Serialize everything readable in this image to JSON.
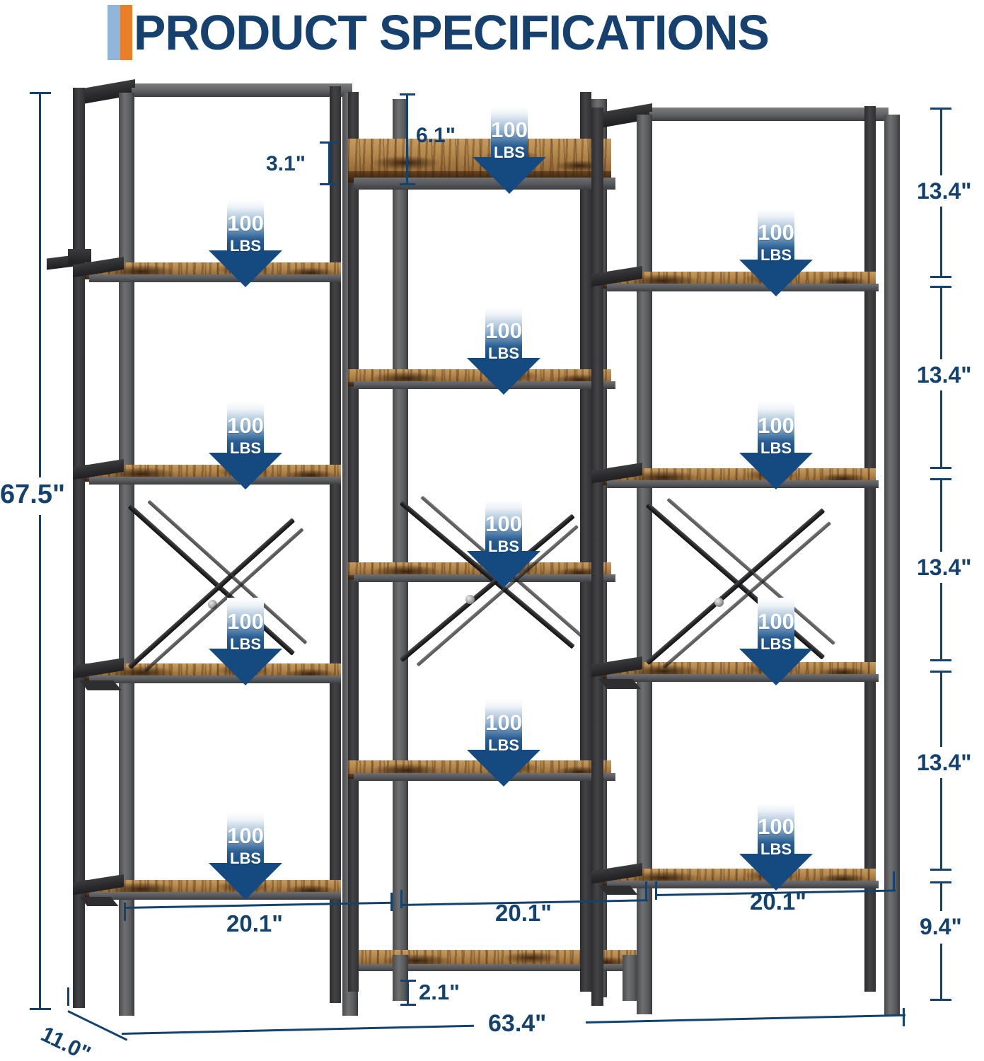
{
  "header": {
    "title": "PRODUCT SPECIFICATIONS",
    "accent_orange": "#E8802A",
    "accent_blue": "#8FB5DB",
    "title_color": "#16406E"
  },
  "product": {
    "type": "5-tier triple wide industrial bookshelf",
    "frame_color": "#4E5052",
    "shelf_color": "#B5884C",
    "badge_color": "#154A80"
  },
  "load_badges": [
    {
      "value": "100",
      "unit": "LBS"
    },
    {
      "value": "100",
      "unit": "LBS"
    },
    {
      "value": "100",
      "unit": "LBS"
    },
    {
      "value": "100",
      "unit": "LBS"
    },
    {
      "value": "100",
      "unit": "LBS"
    },
    {
      "value": "100",
      "unit": "LBS"
    },
    {
      "value": "100",
      "unit": "LBS"
    },
    {
      "value": "100",
      "unit": "LBS"
    },
    {
      "value": "100",
      "unit": "LBS"
    },
    {
      "value": "100",
      "unit": "LBS"
    },
    {
      "value": "100",
      "unit": "LBS"
    },
    {
      "value": "100",
      "unit": "LBS"
    }
  ],
  "dimensions": {
    "overall_height": "67.5\"",
    "overall_width": "63.4\"",
    "overall_depth": "11.0\"",
    "shelf_width_left": "20.1\"",
    "shelf_width_center": "20.1\"",
    "shelf_width_right": "20.1\"",
    "board_thickness": "3.1\"",
    "top_shelf_rise": "6.1\"",
    "bottom_shelf_clearance": "2.1\"",
    "tier_gap_1": "13.4\"",
    "tier_gap_2": "13.4\"",
    "tier_gap_3": "13.4\"",
    "tier_gap_4": "13.4\"",
    "bottom_tier_gap": "9.4\"",
    "line_color": "#14426F"
  }
}
